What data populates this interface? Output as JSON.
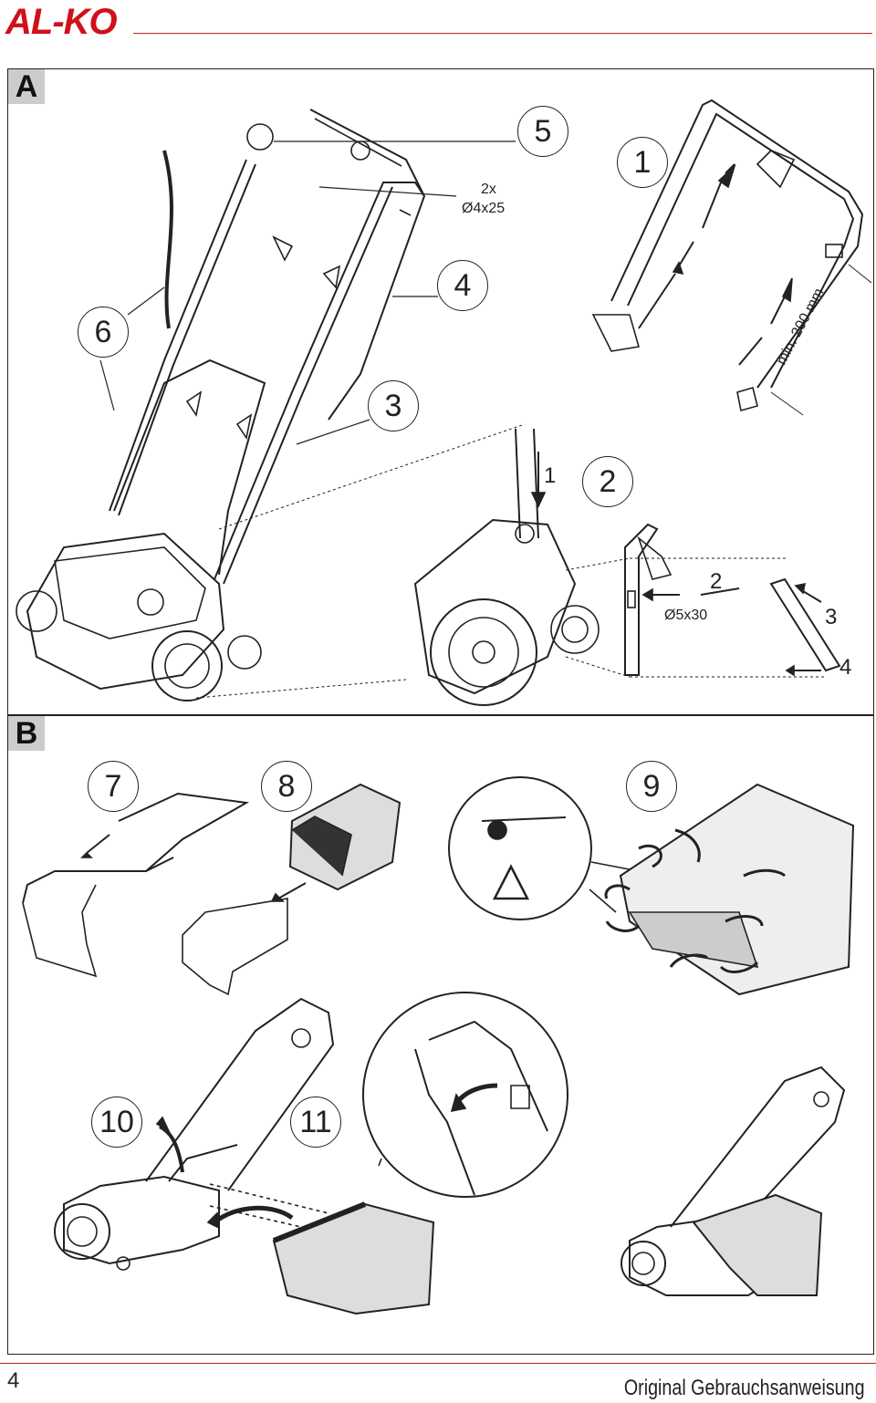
{
  "header": {
    "brand": "AL-KO"
  },
  "footer": {
    "page_number": "4",
    "title": "Original Gebrauchsanweisung"
  },
  "panels": {
    "a": {
      "label": "A",
      "steps": [
        "5",
        "1",
        "4",
        "6",
        "3",
        "2"
      ],
      "screw_label_top_count": "2x",
      "screw_label_top_size": "Ø4x25",
      "screw_label_mid": "Ø5x30",
      "detail_numbers": [
        "1",
        "2",
        "3",
        "4"
      ],
      "distance_label": "min. 200 mm"
    },
    "b": {
      "label": "B",
      "steps": [
        "7",
        "8",
        "9",
        "10",
        "11"
      ]
    }
  }
}
